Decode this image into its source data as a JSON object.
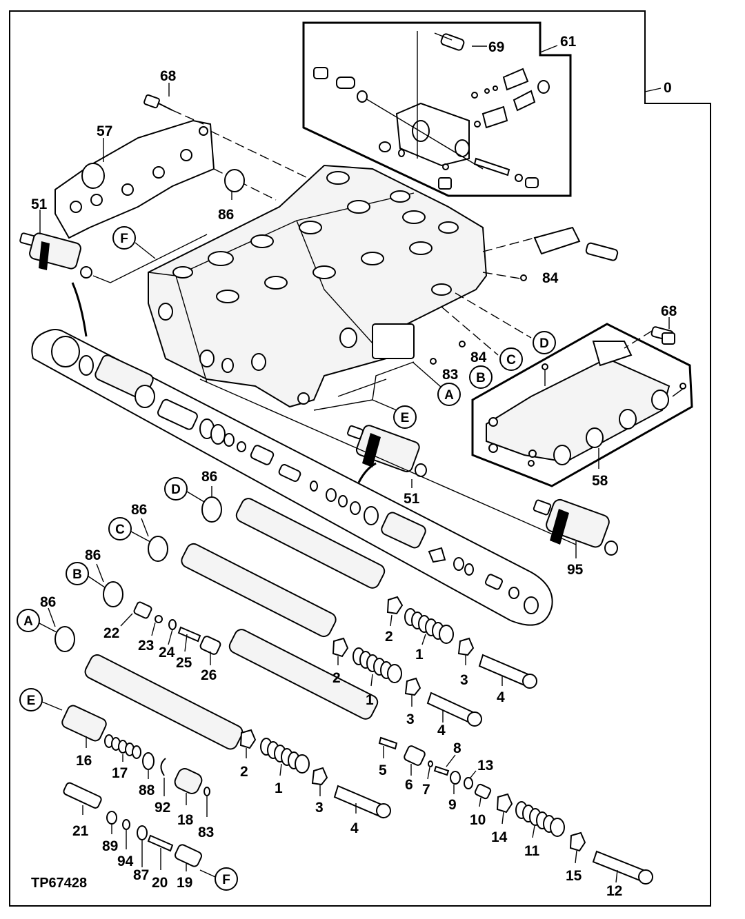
{
  "figure_id": "TP67428",
  "frame_label": "0",
  "callouts": {
    "c0": "0",
    "c1": "1",
    "c2": "2",
    "c3": "3",
    "c4": "4",
    "c5": "5",
    "c6": "6",
    "c7": "7",
    "c8": "8",
    "c9": "9",
    "c10": "10",
    "c11": "11",
    "c12": "12",
    "c13": "13",
    "c14": "14",
    "c15": "15",
    "c16": "16",
    "c17": "17",
    "c18": "18",
    "c19": "19",
    "c20": "20",
    "c21": "21",
    "c22": "22",
    "c23": "23",
    "c24": "24",
    "c25": "25",
    "c26": "26",
    "c51": "51",
    "c57": "57",
    "c58": "58",
    "c61": "61",
    "c68": "68",
    "c69": "69",
    "c83": "83",
    "c84": "84",
    "c86": "86",
    "c87": "87",
    "c88": "88",
    "c89": "89",
    "c92": "92",
    "c94": "94",
    "c95": "95"
  },
  "letters": {
    "A": "A",
    "B": "B",
    "C": "C",
    "D": "D",
    "E": "E",
    "F": "F"
  }
}
